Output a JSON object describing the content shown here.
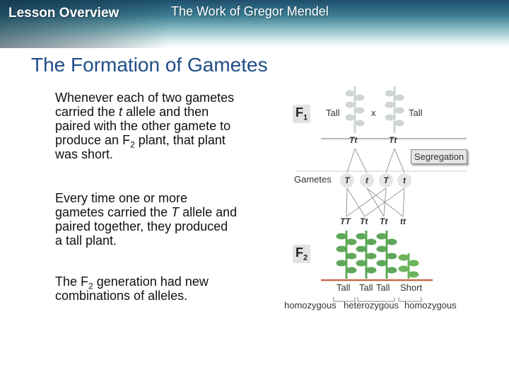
{
  "header": {
    "lesson_label": "Lesson Overview",
    "subtitle": "The Work of Gregor Mendel"
  },
  "slide": {
    "title": "The Formation of Gametes",
    "paragraphs": [
      {
        "lines": [
          "Whenever each of two gametes",
          "carried the ",
          "t",
          " allele and then",
          "paired with the other gamete to",
          "produce an F",
          "2",
          " plant, that plant",
          "was short."
        ]
      },
      {
        "lines": [
          "Every time one or more",
          "gametes carried the ",
          "T",
          " allele and",
          "paired together, they produced",
          "a tall plant."
        ]
      },
      {
        "lines": [
          "The F",
          "2",
          " generation had new",
          "combinations of alleles."
        ]
      }
    ]
  },
  "figure": {
    "f1_label": "F",
    "f1_sub": "1",
    "f2_label": "F",
    "f2_sub": "2",
    "tall_left": "Tall",
    "cross": "x",
    "tall_right": "Tall",
    "parent_genotypes": [
      "Tt",
      "Tt"
    ],
    "segregation": "Segregation",
    "gametes_label": "Gametes",
    "gametes": [
      "T",
      "t",
      "T",
      "t"
    ],
    "offspring_genotypes": [
      "TT",
      "Tt",
      "Tt",
      "tt"
    ],
    "offspring_phenotypes": [
      "Tall",
      "Tall",
      "Tall",
      "Short"
    ],
    "zygosity": [
      "homozygous",
      "heterozygous",
      "homozygous"
    ],
    "colors": {
      "plant_tall": "#5fa85a",
      "plant_short": "#6bb35c",
      "f1_plant": "#cfd6d2",
      "ground": "#c86a4a",
      "title": "#1f4d87"
    }
  }
}
